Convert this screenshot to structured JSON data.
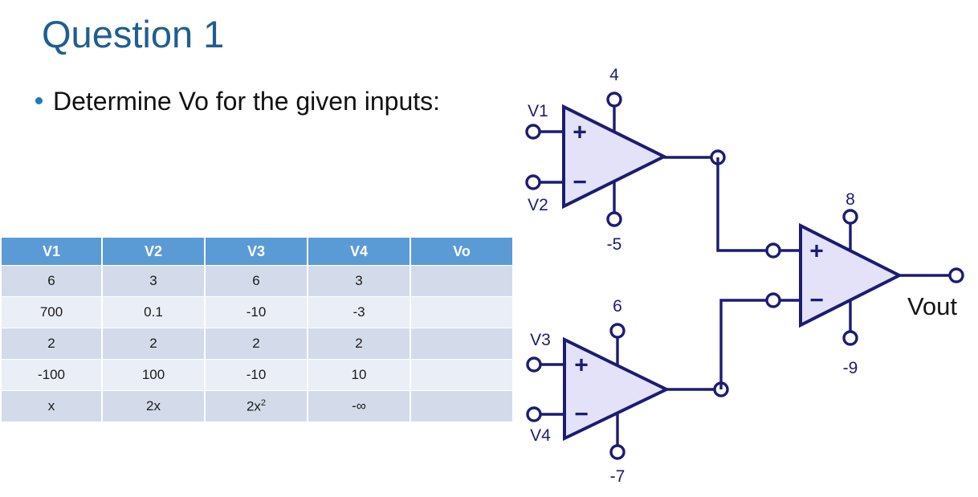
{
  "slide": {
    "title": "Question 1",
    "bullet": "Determine Vo for the given inputs:",
    "bullet_icon": "bullet-dot",
    "title_color": "#1f5e8f",
    "bullet_color": "#1f7ac0"
  },
  "table": {
    "headers": [
      "V1",
      "V2",
      "V3",
      "V4",
      "Vo"
    ],
    "header_bg": "#5b9bd5",
    "header_fg": "#ffffff",
    "row_odd_bg": "#d3dbeb",
    "row_even_bg": "#eaeef7",
    "rows": [
      {
        "v1": "6",
        "v2": "3",
        "v3": "6",
        "v3_sup": "",
        "v4": "3",
        "vo": ""
      },
      {
        "v1": "700",
        "v2": "0.1",
        "v3": "-10",
        "v3_sup": "",
        "v4": "-3",
        "vo": ""
      },
      {
        "v1": "2",
        "v2": "2",
        "v3": "2",
        "v3_sup": "",
        "v4": "2",
        "vo": ""
      },
      {
        "v1": "-100",
        "v2": "100",
        "v3": "-10",
        "v3_sup": "",
        "v4": "10",
        "vo": ""
      },
      {
        "v1": "x",
        "v2": "2x",
        "v3": "2x",
        "v3_sup": "2",
        "v4": "-∞",
        "vo": ""
      }
    ]
  },
  "circuit": {
    "body_fill": "#e3e2f8",
    "line_color": "#1c1c72",
    "opamps": [
      {
        "id": "opamp-1",
        "plus_sign": "+",
        "minus_sign": "−",
        "plus_input_label": "V1",
        "minus_input_label": "V2",
        "vpos_label": "4",
        "vneg_label": "-5"
      },
      {
        "id": "opamp-2",
        "plus_sign": "+",
        "minus_sign": "−",
        "plus_input_label": "",
        "minus_input_label": "",
        "vpos_label": "8",
        "vneg_label": "-9",
        "output_label": "Vout"
      },
      {
        "id": "opamp-3",
        "plus_sign": "+",
        "minus_sign": "−",
        "plus_input_label": "V3",
        "minus_input_label": "V4",
        "vpos_label": "6",
        "vneg_label": "-7"
      }
    ]
  }
}
